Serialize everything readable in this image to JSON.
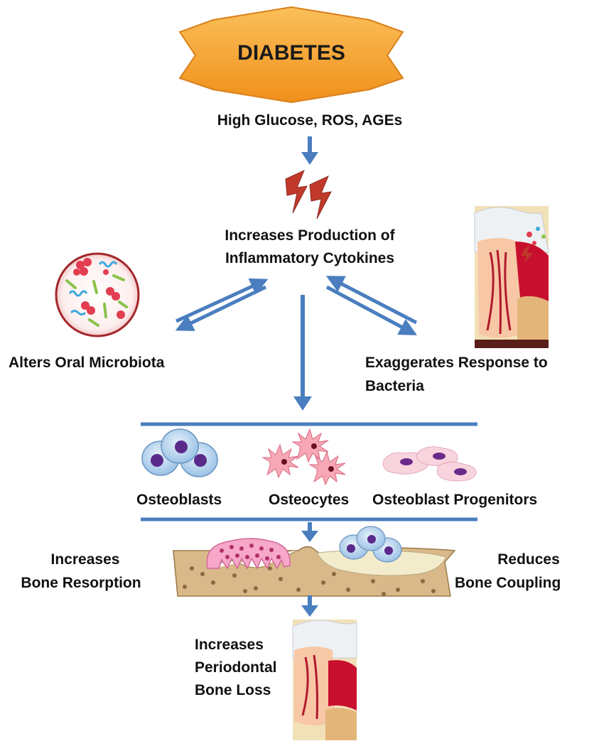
{
  "banner": {
    "label": "DIABETES"
  },
  "causes": "High Glucose, ROS, AGEs",
  "cytokines": {
    "line1": "Increases Production of",
    "line2": "Inflammatory Cytokines"
  },
  "microbiota": "Alters Oral Microbiota",
  "bacteria_response": {
    "line1": "Exaggerates Response to",
    "line2": "Bacteria"
  },
  "cells": {
    "osteoblasts": "Osteoblasts",
    "osteocytes": "Osteocytes",
    "progenitors": "Osteoblast Progenitors"
  },
  "resorption": {
    "line1": "Increases",
    "line2": "Bone Resorption"
  },
  "coupling": {
    "line1": "Reduces",
    "line2": "Bone Coupling"
  },
  "bone_loss": {
    "line1": "Increases",
    "line2": "Periodontal",
    "line3": "Bone Loss"
  },
  "colors": {
    "arrow": "#4a7ebf",
    "banner_fill": "#f7a531",
    "lightning": "#c0392b",
    "gum": "#c8102e",
    "bone": "#d9b98a"
  },
  "icons": [
    "lightning-bolt-icon",
    "bacteria-dish-icon",
    "tooth-inflamed-icon",
    "osteoblast-cells-icon",
    "osteocyte-cells-icon",
    "progenitor-cells-icon",
    "osteoclast-icon",
    "bone-surface-icon",
    "tooth-bone-loss-icon"
  ]
}
